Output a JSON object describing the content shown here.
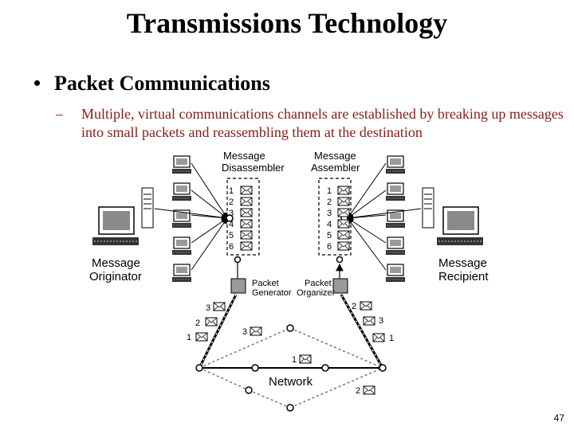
{
  "slide": {
    "title": "Transmissions Technology",
    "bullet": "Packet Communications",
    "sub_bullet": "Multiple, virtual communications channels are established by breaking up messages into small packets and reassembling them at the destination",
    "page_number": "47"
  },
  "diagram": {
    "labels": {
      "disassembler": [
        "Message",
        "Disassembler"
      ],
      "assembler": [
        "Message",
        "Assembler"
      ],
      "originator": [
        "Message",
        "Originator"
      ],
      "recipient": [
        "Message",
        "Recipient"
      ],
      "generator": [
        "Packet",
        "Generator"
      ],
      "organizer": [
        "Packet",
        "Organizer"
      ],
      "network": "Network"
    },
    "packet_numbers": [
      "1",
      "2",
      "3",
      "4",
      "5",
      "6"
    ],
    "route_packets": {
      "left_path": [
        "3",
        "2",
        "1"
      ],
      "middle_upper": "3",
      "middle_lower": "1",
      "right_path": [
        "2",
        "3",
        "1"
      ],
      "bottom": "2"
    }
  }
}
